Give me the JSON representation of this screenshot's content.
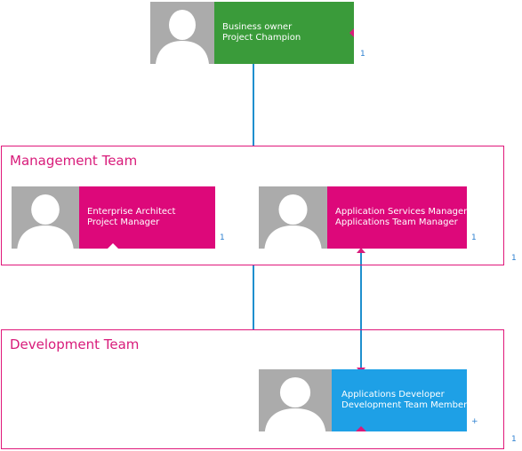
{
  "top_card": {
    "line1": "Business owner",
    "line2": "Project Champion",
    "count": "1",
    "color": "#3a9b3a"
  },
  "management_team": {
    "title": "Management Team",
    "count": "1",
    "border_color": "#e0177a",
    "cards": [
      {
        "line1": "Enterprise Architect",
        "line2": "Project Manager",
        "count": "1",
        "color": "#dd087a"
      },
      {
        "line1": "Application Services Manager",
        "line2": "Applications Team Manager",
        "count": "1",
        "color": "#dd087a"
      }
    ]
  },
  "development_team": {
    "title": "Development Team",
    "count": "1",
    "cards": [
      {
        "line1": "Applications Developer",
        "line2": "Development Team Member",
        "count": "+",
        "color": "#1ea0e6"
      }
    ]
  },
  "colors": {
    "connector": "#1f8fce",
    "avatar": "#ababab",
    "count_text": "#2b7fd0"
  },
  "icons": {
    "avatar": "person-silhouette-icon"
  }
}
